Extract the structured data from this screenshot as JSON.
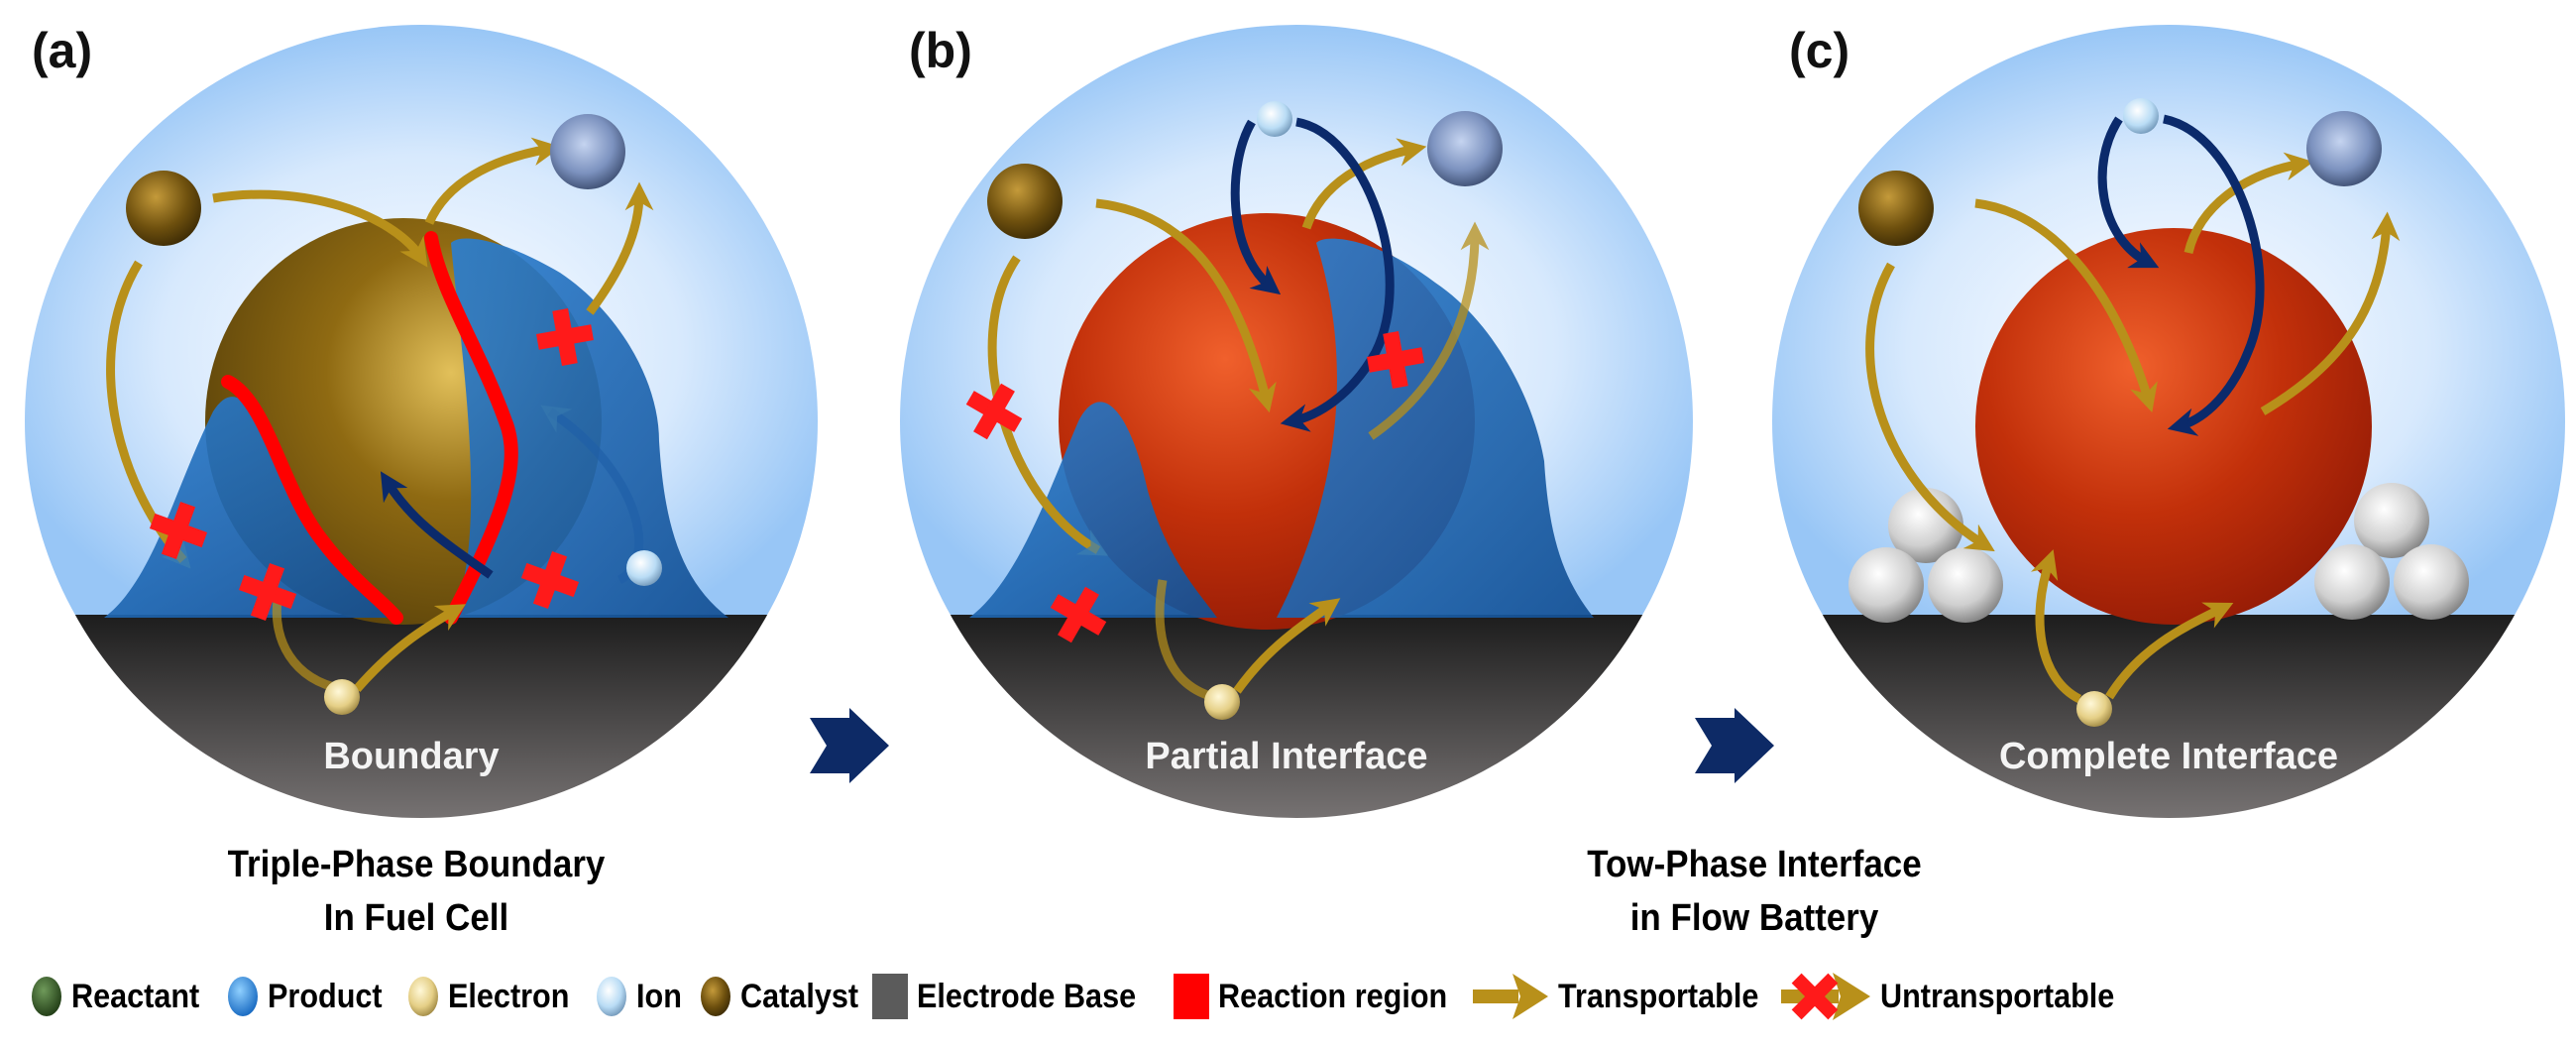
{
  "panels": [
    {
      "id": "a",
      "label": "(a)",
      "circle_text": "Boundary",
      "center_type": "catalyst",
      "side_type": "ionomer"
    },
    {
      "id": "b",
      "label": "(b)",
      "circle_text": "Partial Interface",
      "center_type": "reaction",
      "side_type": "ionomer"
    },
    {
      "id": "c",
      "label": "(c)",
      "circle_text": "Complete Interface",
      "center_type": "reaction",
      "side_type": "beads"
    }
  ],
  "captions": {
    "left": {
      "line1": "Triple-Phase Boundary",
      "line2": "In Fuel Cell"
    },
    "right": {
      "line1": "Tow-Phase Interface",
      "line2": "in Flow Battery"
    }
  },
  "legend": {
    "items": [
      {
        "label": "Reactant",
        "icon": "reactant-sphere-icon",
        "color": "#2f4f23"
      },
      {
        "label": "Product",
        "icon": "product-sphere-icon",
        "color": "#2e8ee0"
      },
      {
        "label": "Electron",
        "icon": "electron-sphere-icon",
        "color": "#ecd896"
      },
      {
        "label": "Ion",
        "icon": "ion-sphere-icon",
        "color": "#b9dcf5"
      },
      {
        "label": "Catalyst",
        "icon": "catalyst-sphere-icon",
        "color": "#7a5a10"
      },
      {
        "label": "Electrode Base",
        "icon": "electrode-base-square-icon",
        "color": "#5b5b5b"
      },
      {
        "label": "Reaction region",
        "icon": "reaction-region-square-icon",
        "color": "#ff0000"
      },
      {
        "label": "Transportable",
        "icon": "transport-arrow-icon",
        "color": "#b8901a"
      },
      {
        "label": "Untransportable",
        "icon": "blocked-arrow-icon",
        "color": "#ff1a1a"
      }
    ]
  },
  "colors": {
    "sky_light": "#eaf4ff",
    "sky_dark": "#9ccaf7",
    "electrode_top": "#1f1f1f",
    "electrode_bottom": "#6f6b6b",
    "gold_arrow": "#b8901a",
    "navy_arrow": "#0b2a6b",
    "blocked_red": "#ff1a1a",
    "reaction_red": "#c0300a",
    "catalyst": "#7a5a10",
    "ionomer_blue": "#1f6fc0"
  }
}
